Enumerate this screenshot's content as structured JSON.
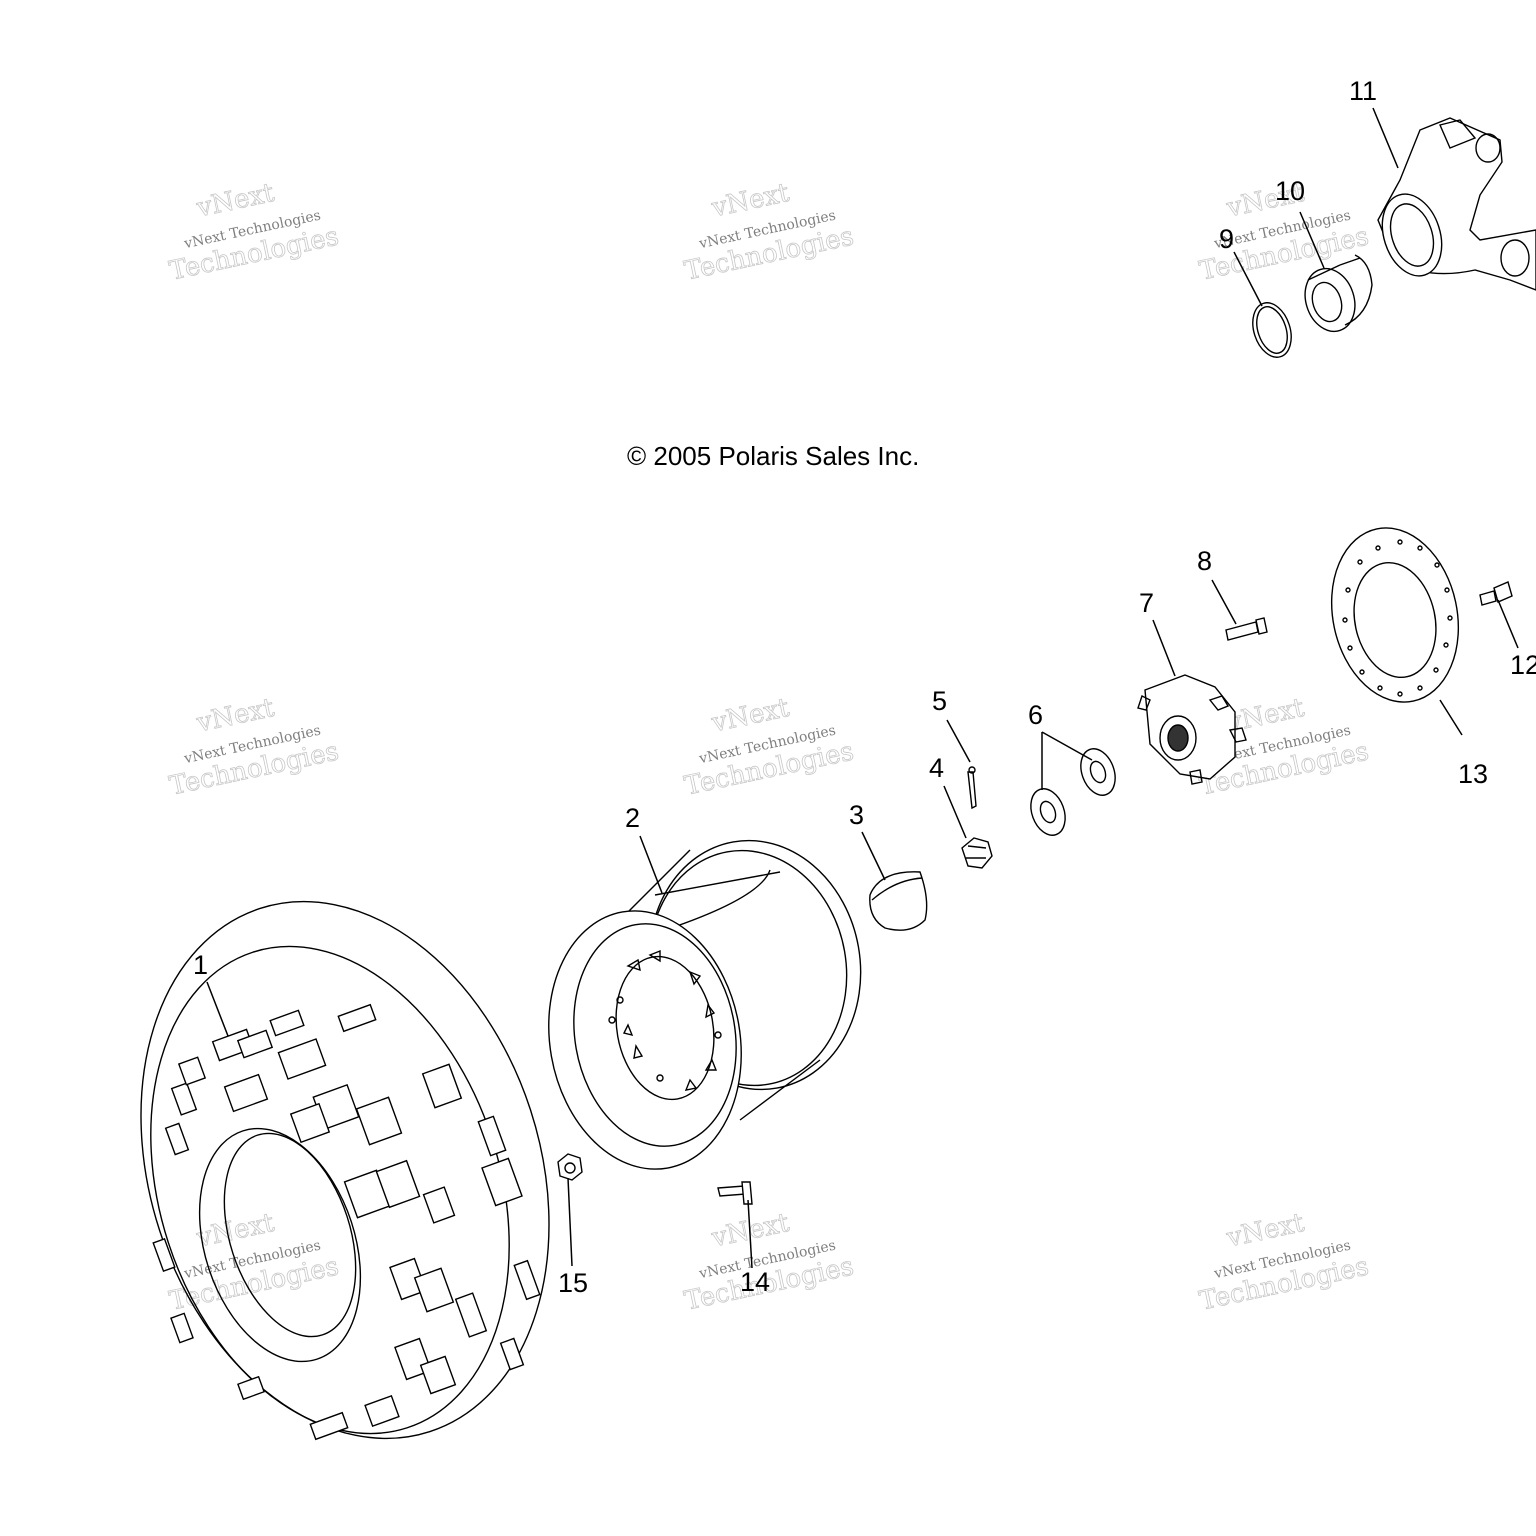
{
  "copyright": "© 2005 Polaris Sales Inc.",
  "watermark": {
    "line1": "vNext",
    "line2": "vNext Technologies",
    "line3": "Technologies"
  },
  "callouts": {
    "c1": "1",
    "c2": "2",
    "c3": "3",
    "c4": "4",
    "c5": "5",
    "c6": "6",
    "c7": "7",
    "c8": "8",
    "c9": "9",
    "c10": "10",
    "c11": "11",
    "c12": "12",
    "c13": "13",
    "c14": "14",
    "c15": "15"
  }
}
